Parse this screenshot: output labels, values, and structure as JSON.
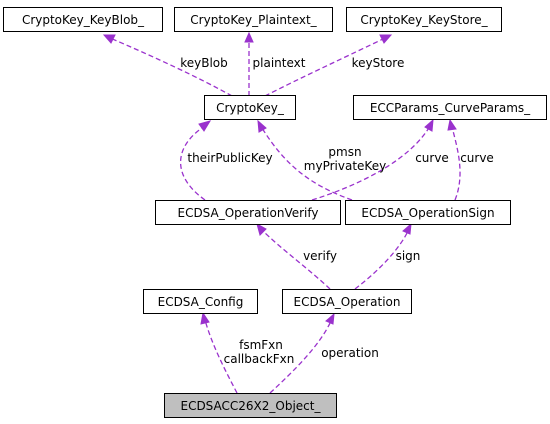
{
  "colors": {
    "edge": "#9a32cd",
    "node_fill": "#ffffff",
    "highlight_fill": "#bfbfbf",
    "border": "#000000"
  },
  "nodes": {
    "keyblob": "CryptoKey_KeyBlob_",
    "plaintext": "CryptoKey_Plaintext_",
    "keystore": "CryptoKey_KeyStore_",
    "cryptokey": "CryptoKey_",
    "curveparams": "ECCParams_CurveParams_",
    "opverify": "ECDSA_OperationVerify",
    "opsign": "ECDSA_OperationSign",
    "config": "ECDSA_Config",
    "operation": "ECDSA_Operation",
    "object": "ECDSACC26X2_Object_"
  },
  "edge_labels": {
    "keyblob": "keyBlob",
    "plaintext": "plaintext",
    "keystore": "keyStore",
    "their_public_key": "theirPublicKey",
    "pmsn": "pmsn",
    "my_private_key": "myPrivateKey",
    "curve_verify": "curve",
    "curve_sign": "curve",
    "verify": "verify",
    "sign": "sign",
    "fsm_fxn": "fsmFxn",
    "callback_fxn": "callbackFxn",
    "operation": "operation"
  }
}
